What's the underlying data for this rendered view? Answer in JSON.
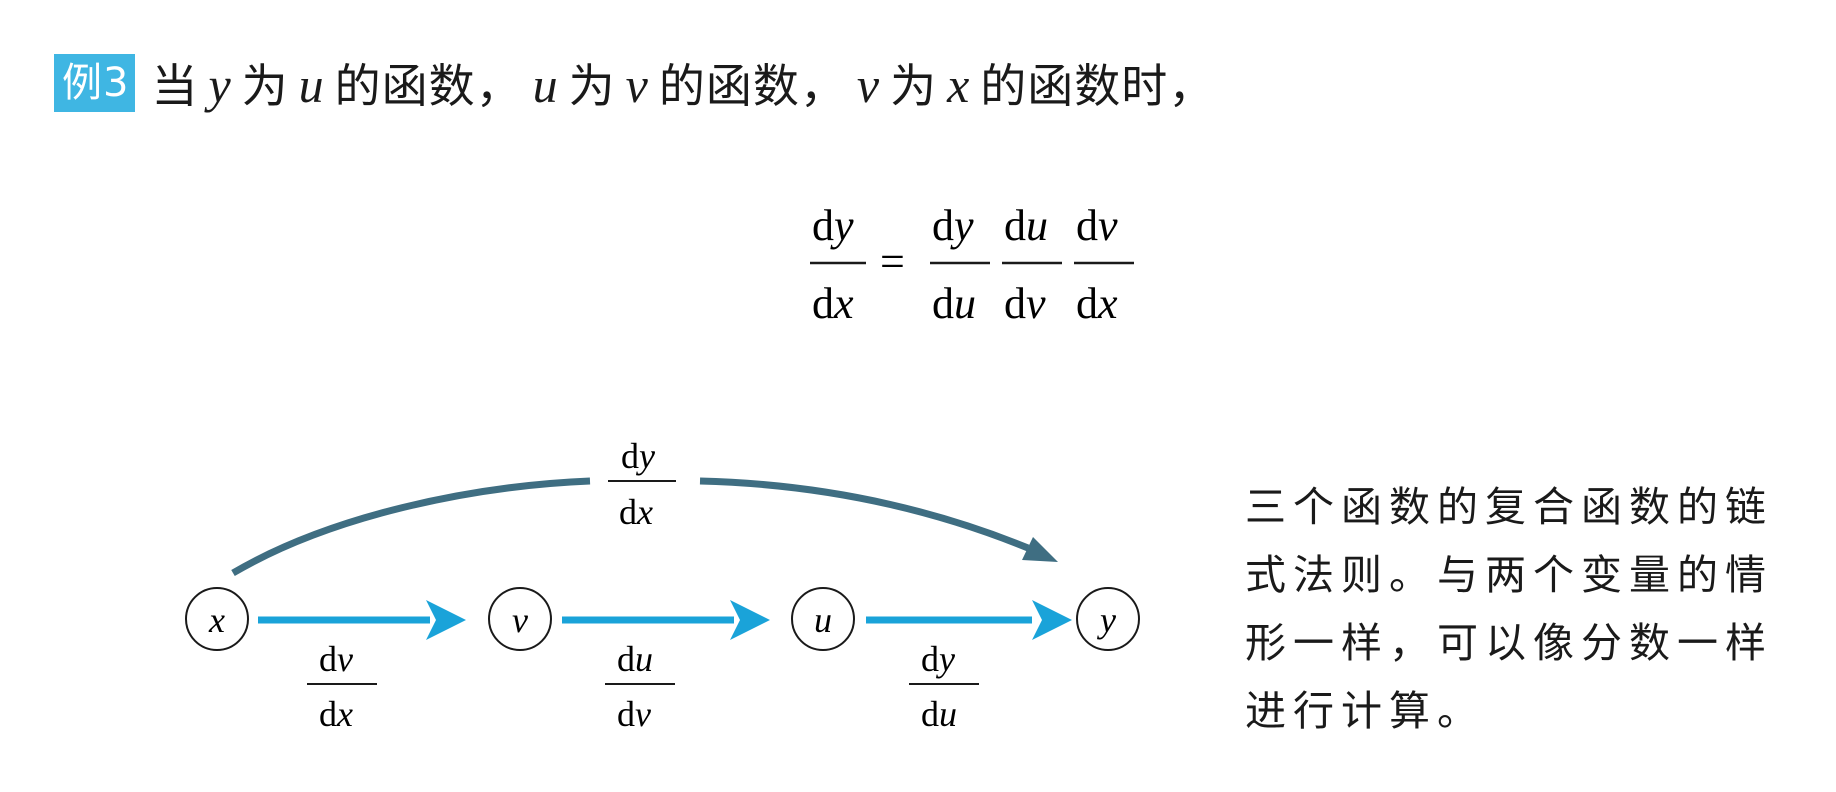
{
  "example": {
    "badge": "例3",
    "segments": [
      {
        "t": "当",
        "m": false
      },
      {
        "t": "y",
        "m": true
      },
      {
        "t": "为",
        "m": false
      },
      {
        "t": "u",
        "m": true
      },
      {
        "t": "的函数，",
        "m": false
      },
      {
        "t": "u",
        "m": true
      },
      {
        "t": "为",
        "m": false
      },
      {
        "t": "v",
        "m": true
      },
      {
        "t": "的函数，",
        "m": false
      },
      {
        "t": "v",
        "m": true
      },
      {
        "t": "为",
        "m": false
      },
      {
        "t": "x",
        "m": true
      },
      {
        "t": "的函数时，",
        "m": false
      }
    ]
  },
  "formula": {
    "lhs": {
      "num_d": "d",
      "num_v": "y",
      "den_d": "d",
      "den_v": "x"
    },
    "equals": "=",
    "rhs": [
      {
        "num_d": "d",
        "num_v": "y",
        "den_d": "d",
        "den_v": "u"
      },
      {
        "num_d": "d",
        "num_v": "u",
        "den_d": "d",
        "den_v": "v"
      },
      {
        "num_d": "d",
        "num_v": "v",
        "den_d": "d",
        "den_v": "x"
      }
    ]
  },
  "diagram": {
    "nodes": [
      "x",
      "v",
      "u",
      "y"
    ],
    "step_labels": [
      {
        "num_d": "d",
        "num_v": "v",
        "den_d": "d",
        "den_v": "x"
      },
      {
        "num_d": "d",
        "num_v": "u",
        "den_d": "d",
        "den_v": "v"
      },
      {
        "num_d": "d",
        "num_v": "y",
        "den_d": "d",
        "den_v": "u"
      }
    ],
    "overall_label": {
      "num_d": "d",
      "num_v": "y",
      "den_d": "d",
      "den_v": "x"
    },
    "colors": {
      "step_arrow": "#1aa3d9",
      "overall_arrow": "#3f6e82",
      "badge": "#3fb6e3"
    }
  },
  "note": "三个函数的复合函数的链式法则。与两个变量的情形一样，可以像分数一样进行计算。"
}
